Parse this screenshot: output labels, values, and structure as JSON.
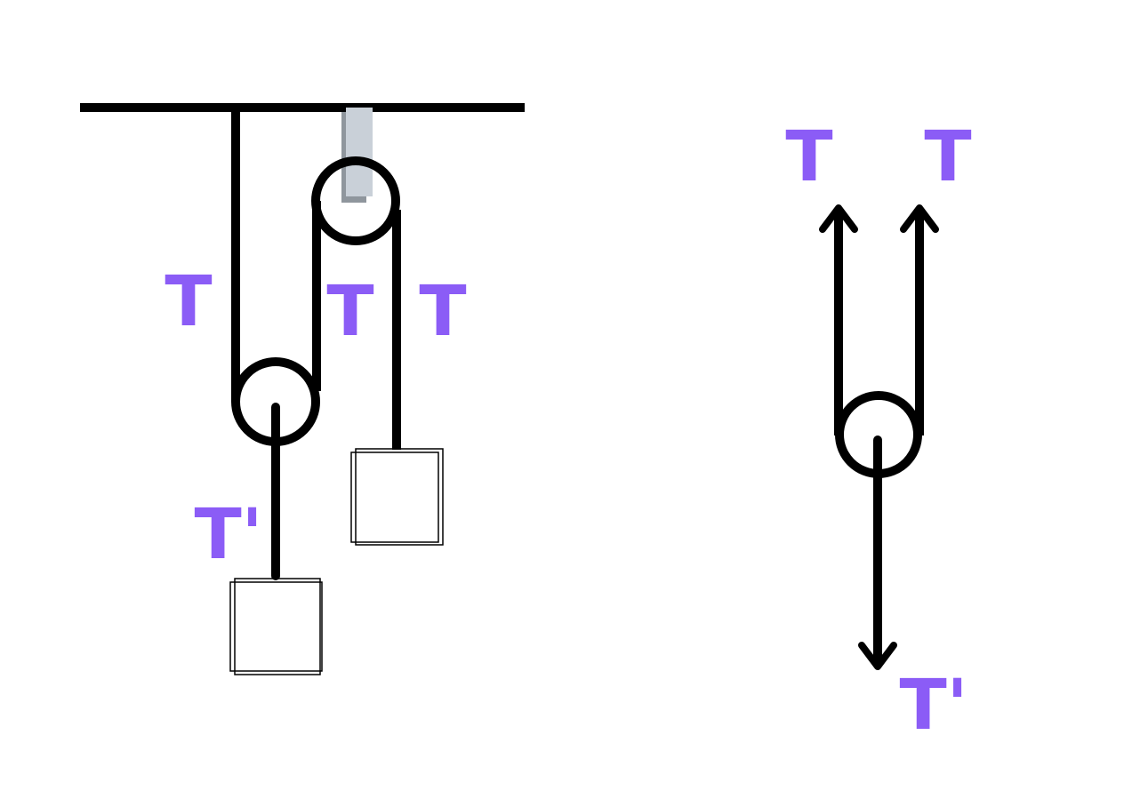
{
  "labels": {
    "rope_left": "T",
    "rope_middle": "T",
    "rope_right": "T",
    "rope_bottom": "T'",
    "fbd_left_up": "T",
    "fbd_right_up": "T",
    "fbd_down": "T'"
  },
  "colors": {
    "label": "#8b5cf6",
    "line": "#000000",
    "bracket": "#c9d0d8",
    "background": "#ffffff"
  }
}
